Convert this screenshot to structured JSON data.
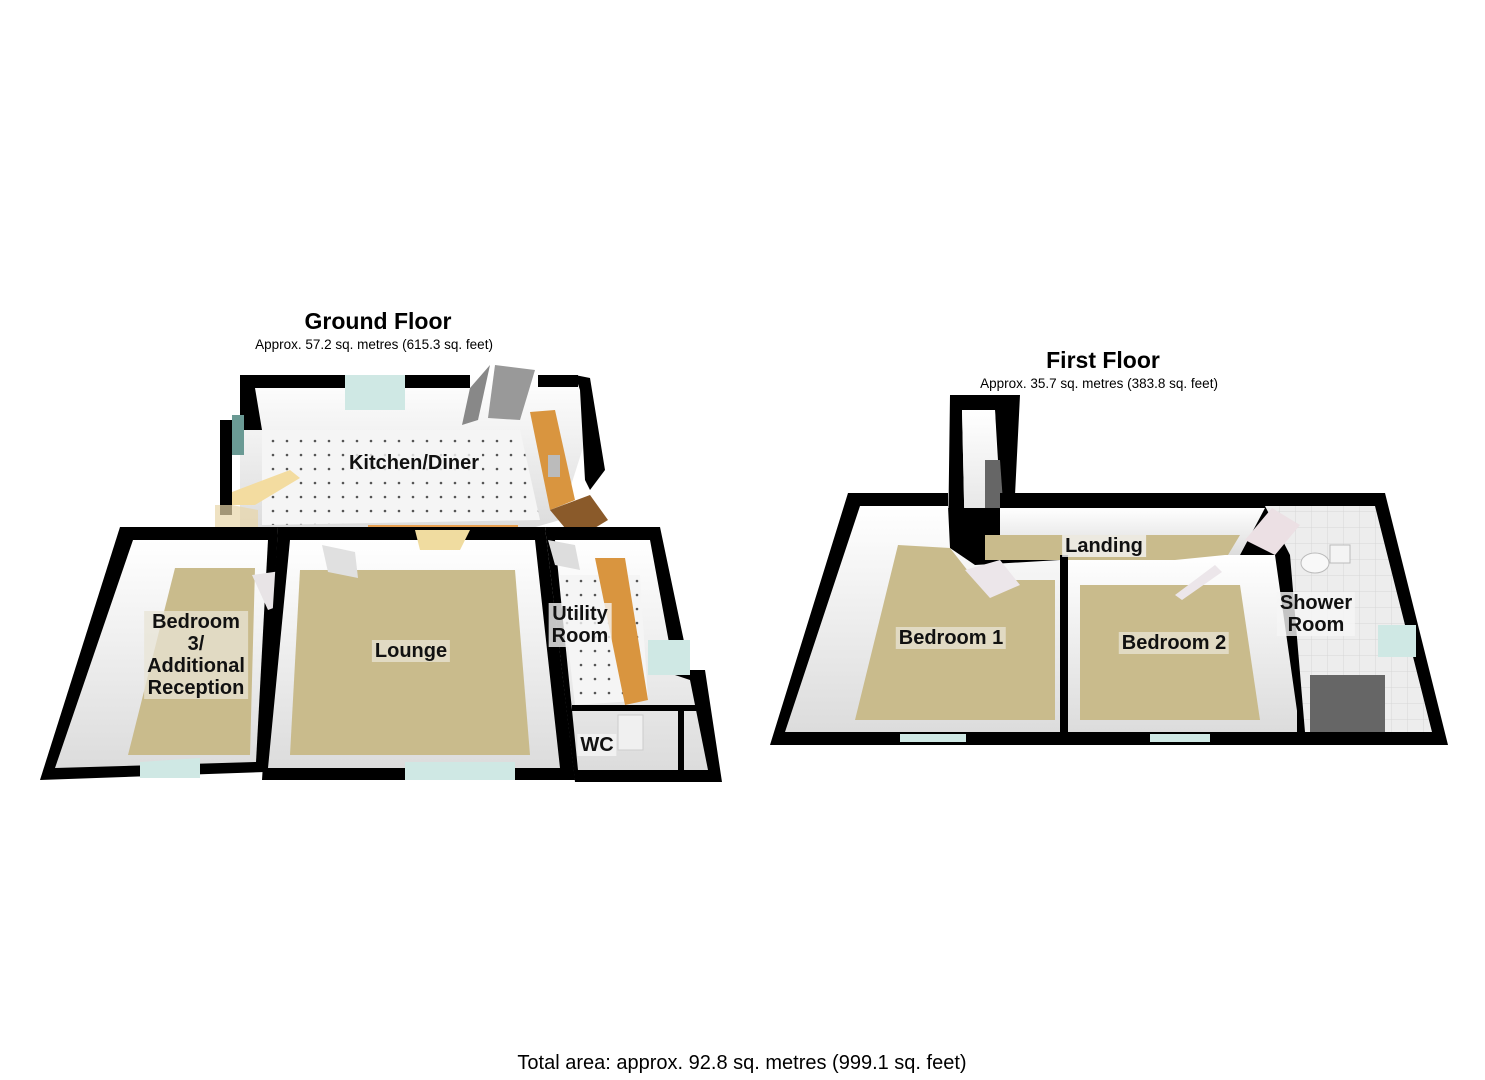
{
  "ground_floor": {
    "title": "Ground Floor",
    "area": "Approx. 57.2 sq. metres (615.3 sq. feet)",
    "rooms": [
      {
        "name": "Kitchen/Diner",
        "lines": [
          "Kitchen/Diner"
        ]
      },
      {
        "name": "Bedroom 3/ Additional Reception",
        "lines": [
          "Bedroom",
          "3/",
          "Additional",
          "Reception"
        ]
      },
      {
        "name": "Lounge",
        "lines": [
          "Lounge"
        ]
      },
      {
        "name": "Utility Room",
        "lines": [
          "Utility",
          "Room"
        ]
      },
      {
        "name": "WC",
        "lines": [
          "WC"
        ]
      }
    ]
  },
  "first_floor": {
    "title": "First Floor",
    "area": "Approx. 35.7 sq. metres (383.8 sq. feet)",
    "rooms": [
      {
        "name": "Landing",
        "lines": [
          "Landing"
        ]
      },
      {
        "name": "Bedroom 1",
        "lines": [
          "Bedroom 1"
        ]
      },
      {
        "name": "Bedroom 2",
        "lines": [
          "Bedroom 2"
        ]
      },
      {
        "name": "Shower Room",
        "lines": [
          "Shower",
          "Room"
        ]
      }
    ]
  },
  "total_area": "Total area: approx. 92.8 sq. metres (999.1 sq. feet)",
  "colors": {
    "wall": "#000000",
    "inner_wall": "#f2f2f2",
    "carpet": "#c9bb8c",
    "tile_floor": "#f4f4f4",
    "window": "#cfe8e4",
    "worktop": "#d9953f",
    "stairs": "#f3dca0"
  }
}
